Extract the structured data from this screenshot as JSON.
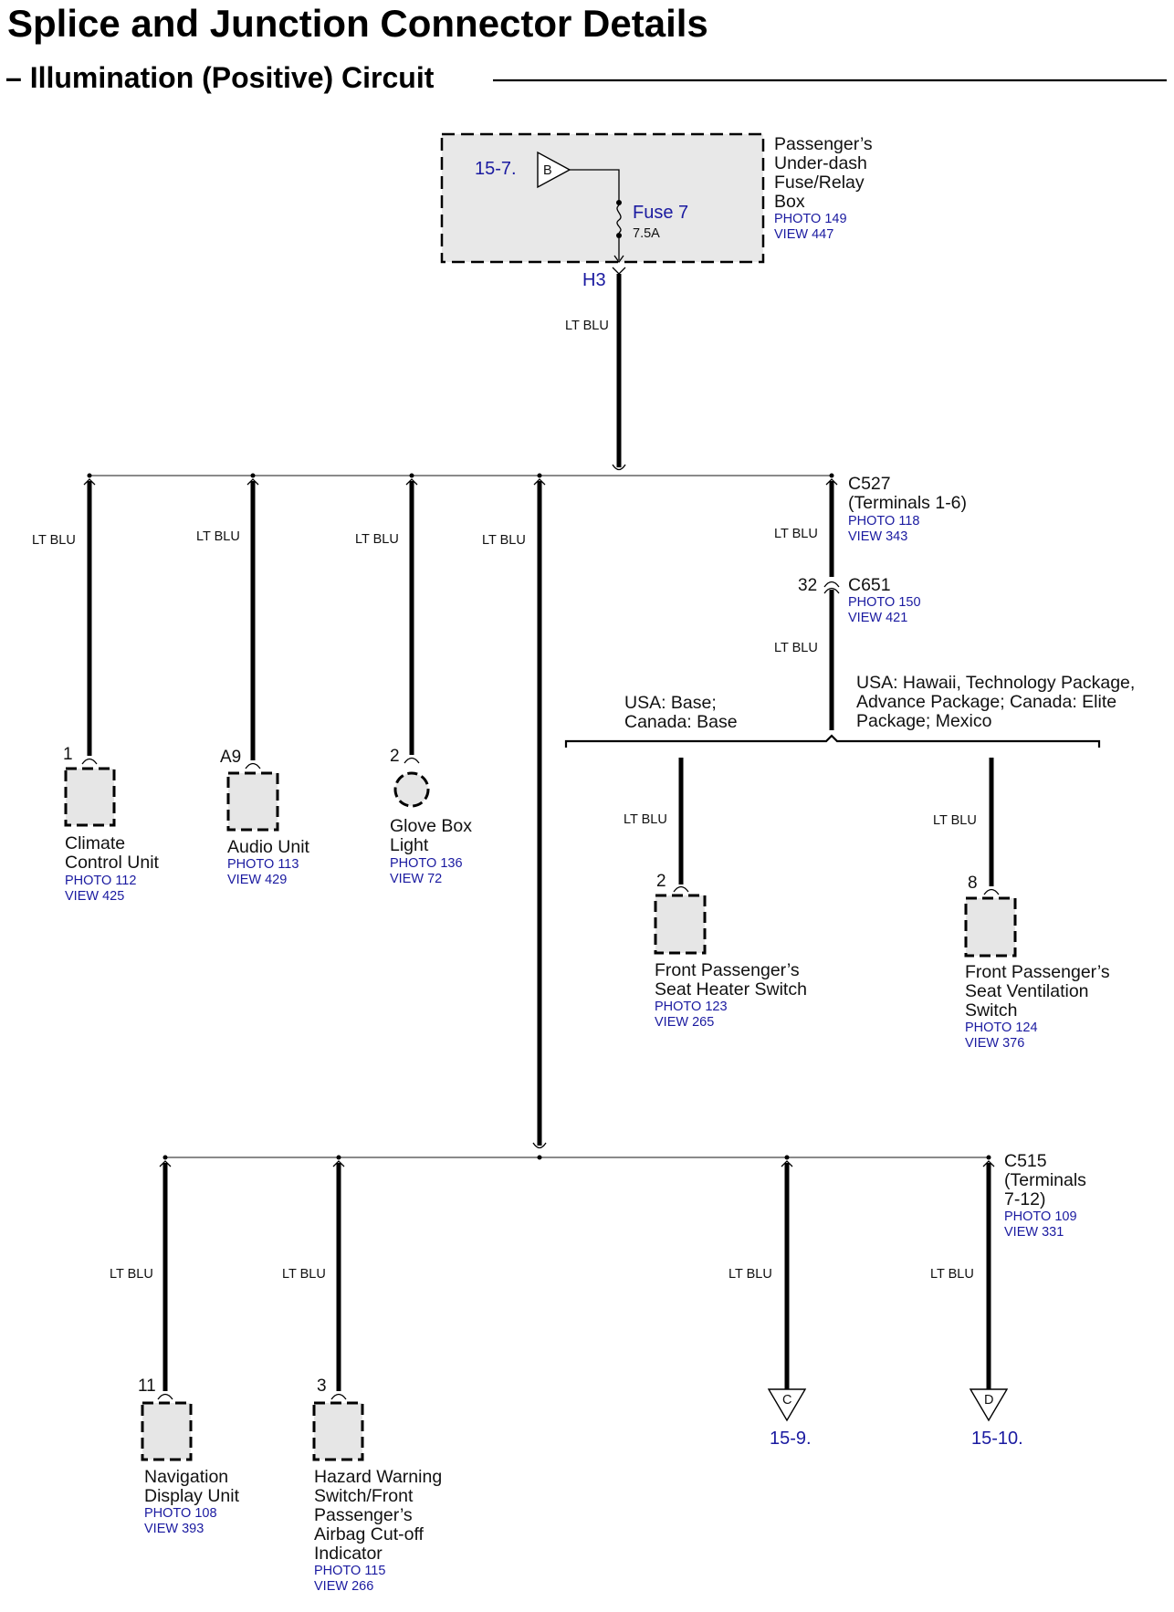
{
  "title": "Splice and Junction Connector Details",
  "subtitle": "– Illumination (Positive) Circuit",
  "wire_color": "LT BLU",
  "fuse_box": {
    "ref": "15-7.",
    "terminal": "B",
    "fuse_name": "Fuse 7",
    "fuse_rating": "7.5A",
    "output": "H3",
    "label_lines": [
      "Passenger’s",
      "Under-dash",
      "Fuse/Relay",
      "Box"
    ],
    "photo": "PHOTO 149",
    "view": "VIEW 447"
  },
  "c527": {
    "lines": [
      "C527",
      "(Terminals 1-6)"
    ],
    "photo": "PHOTO 118",
    "view": "VIEW 343"
  },
  "c651": {
    "name": "C651",
    "pin": "32",
    "photo": "PHOTO 150",
    "view": "VIEW 421"
  },
  "variants": {
    "left": [
      "USA: Base;",
      "Canada: Base"
    ],
    "right": [
      "USA: Hawaii, Technology Package,",
      "Advance Package; Canada: Elite",
      "Package; Mexico"
    ]
  },
  "components": {
    "climate": {
      "pin": "1",
      "lines": [
        "Climate",
        "Control Unit"
      ],
      "photo": "PHOTO 112",
      "view": "VIEW 425"
    },
    "audio": {
      "pin": "A9",
      "lines": [
        "Audio Unit"
      ],
      "photo": "PHOTO 113",
      "view": "VIEW 429"
    },
    "glovebox": {
      "pin": "2",
      "lines": [
        "Glove Box",
        "Light"
      ],
      "photo": "PHOTO 136",
      "view": "VIEW 72"
    },
    "seat_heater": {
      "pin": "2",
      "lines": [
        "Front Passenger’s",
        "Seat Heater Switch"
      ],
      "photo": "PHOTO 123",
      "view": "VIEW 265"
    },
    "seat_vent": {
      "pin": "8",
      "lines": [
        "Front Passenger’s",
        "Seat Ventilation",
        "Switch"
      ],
      "photo": "PHOTO 124",
      "view": "VIEW 376"
    },
    "nav": {
      "pin": "11",
      "lines": [
        "Navigation",
        "Display Unit"
      ],
      "photo": "PHOTO 108",
      "view": "VIEW 393"
    },
    "hazard": {
      "pin": "3",
      "lines": [
        "Hazard Warning",
        "Switch/Front",
        "Passenger’s",
        "Airbag Cut-off",
        "Indicator"
      ],
      "photo": "PHOTO 115",
      "view": "VIEW 266"
    }
  },
  "c515": {
    "lines": [
      "C515",
      "(Terminals",
      "7-12)"
    ],
    "photo": "PHOTO 109",
    "view": "VIEW 331"
  },
  "offpage": {
    "c": {
      "letter": "C",
      "ref": "15-9."
    },
    "d": {
      "letter": "D",
      "ref": "15-10."
    }
  }
}
